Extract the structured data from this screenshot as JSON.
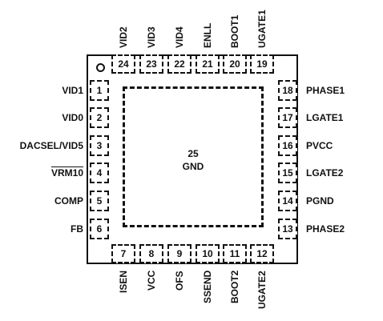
{
  "center_pad": {
    "number": "25",
    "name": "GND"
  },
  "left_pins": [
    {
      "num": "1",
      "name": "VID1",
      "overline": false
    },
    {
      "num": "2",
      "name": "VID0",
      "overline": false
    },
    {
      "num": "3",
      "name": "DACSEL/VID5",
      "overline": false
    },
    {
      "num": "4",
      "name": "VRM10",
      "overline": true
    },
    {
      "num": "5",
      "name": "COMP",
      "overline": false
    },
    {
      "num": "6",
      "name": "FB",
      "overline": false
    }
  ],
  "bottom_pins": [
    {
      "num": "7",
      "name": "ISEN"
    },
    {
      "num": "8",
      "name": "VCC"
    },
    {
      "num": "9",
      "name": "OFS"
    },
    {
      "num": "10",
      "name": "SSEND"
    },
    {
      "num": "11",
      "name": "BOOT2"
    },
    {
      "num": "12",
      "name": "UGATE2"
    }
  ],
  "right_pins": [
    {
      "num": "18",
      "name": "PHASE1"
    },
    {
      "num": "17",
      "name": "LGATE1"
    },
    {
      "num": "16",
      "name": "PVCC"
    },
    {
      "num": "15",
      "name": "LGATE2"
    },
    {
      "num": "14",
      "name": "PGND"
    },
    {
      "num": "13",
      "name": "PHASE2"
    }
  ],
  "top_pins": [
    {
      "num": "24",
      "name": "VID2"
    },
    {
      "num": "23",
      "name": "VID3"
    },
    {
      "num": "22",
      "name": "VID4"
    },
    {
      "num": "21",
      "name": "ENLL"
    },
    {
      "num": "20",
      "name": "BOOT1"
    },
    {
      "num": "19",
      "name": "UGATE1"
    }
  ]
}
